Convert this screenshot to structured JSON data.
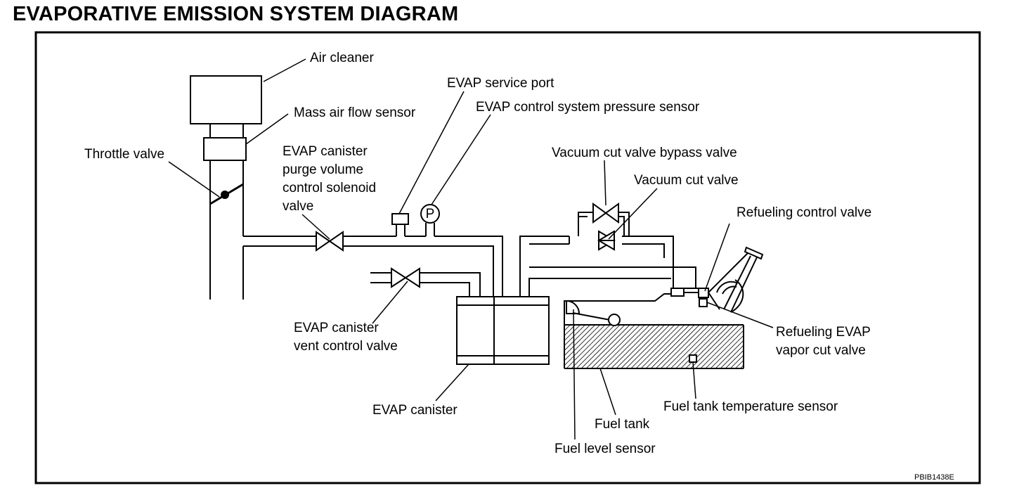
{
  "title": "EVAPORATIVE EMISSION SYSTEM DIAGRAM",
  "labels": {
    "air_cleaner": "Air cleaner",
    "mass_air_flow_sensor": "Mass air flow sensor",
    "throttle_valve": "Throttle valve",
    "purge_valve": [
      "EVAP canister",
      "purge volume",
      "control solenoid",
      "valve"
    ],
    "service_port": "EVAP service port",
    "pressure_sensor": "EVAP control system pressure sensor",
    "bypass_valve": "Vacuum cut valve bypass valve",
    "vacuum_cut_valve": "Vacuum cut valve",
    "refueling_control_valve": "Refueling control valve",
    "refueling_vapor_cut_valve": [
      "Refueling EVAP",
      "vapor cut valve"
    ],
    "vent_control_valve": [
      "EVAP canister",
      "vent control valve"
    ],
    "canister": "EVAP canister",
    "fuel_tank": "Fuel tank",
    "fuel_tank_temp_sensor": "Fuel tank temperature sensor",
    "fuel_level_sensor": "Fuel level sensor"
  },
  "pressure_sensor_symbol": "P",
  "figure_code": "PBIB1438E"
}
